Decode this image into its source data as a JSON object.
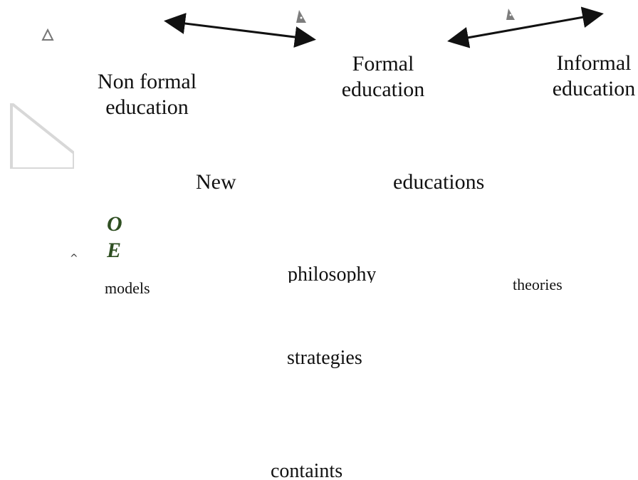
{
  "labels": {
    "non_formal_line1": "Non formal",
    "non_formal_line2": "education",
    "formal_line1": "Formal",
    "formal_line2": "education",
    "informal_line1": "Informal",
    "informal_line2": "education",
    "new": "New",
    "educations": "educations",
    "o_letter": "O",
    "e_letter": "E",
    "models": "models",
    "philosophy": "philosophy",
    "theories": "theories",
    "strategies": "strategies",
    "containts": "containts"
  },
  "colors": {
    "text": "#111111",
    "arrow": "#111111",
    "marker": "#777777",
    "accent_letters": "#2f4f22",
    "triangle_shape": "#d8d8d8"
  },
  "icons": {
    "left_marker": "triangle-outline-icon",
    "middle_marker": "triangle-filled-icon",
    "right_marker": "triangle-filled-icon"
  }
}
